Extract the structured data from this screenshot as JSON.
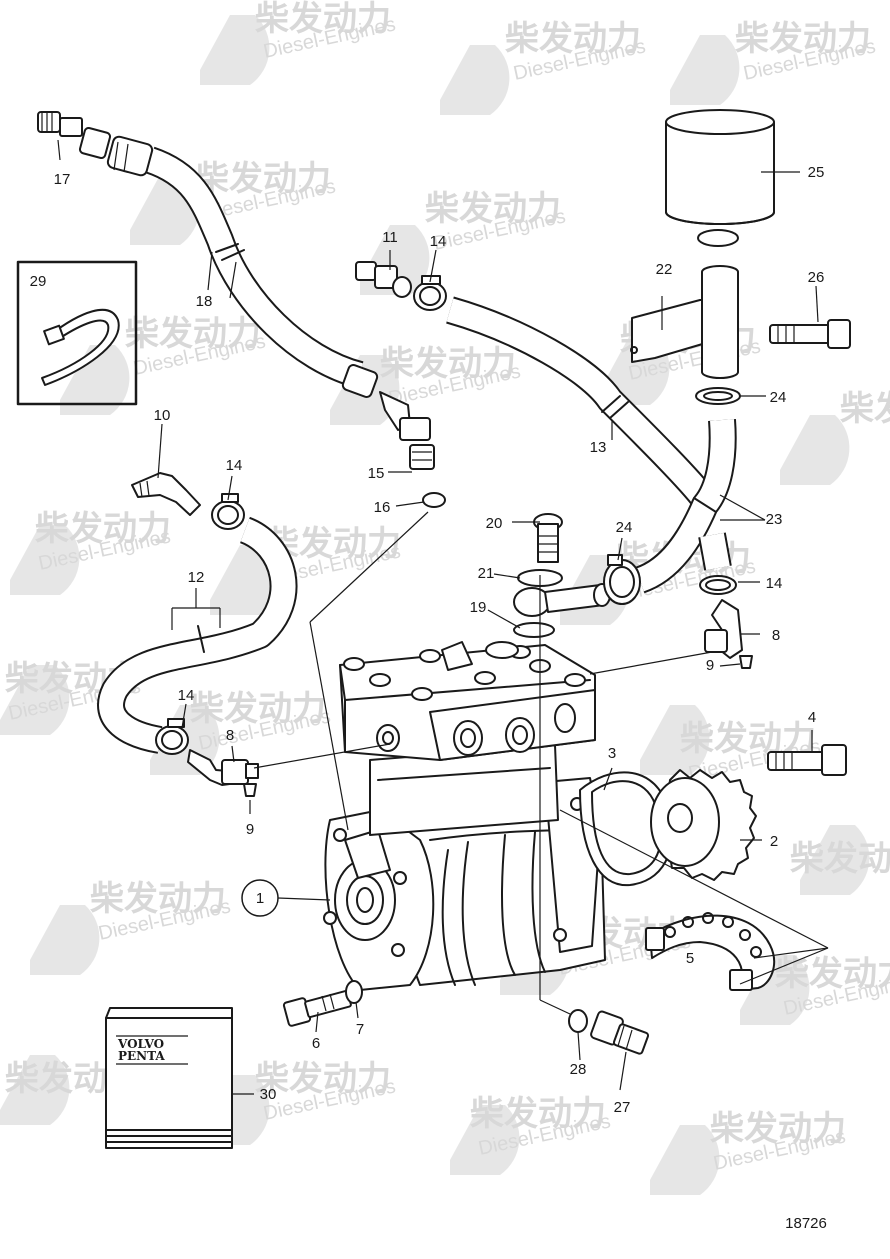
{
  "watermark": {
    "text_cn": "柴发动力",
    "text_en": "Diesel-Engines"
  },
  "brand": {
    "line1": "VOLVO",
    "line2": "PENTA"
  },
  "drawing_number": "18726",
  "callouts": {
    "c1": "1",
    "c2": "2",
    "c3": "3",
    "c4": "4",
    "c5": "5",
    "c6": "6",
    "c7": "7",
    "c8a": "8",
    "c8b": "8",
    "c9a": "9",
    "c9b": "9",
    "c10": "10",
    "c11": "11",
    "c12": "12",
    "c13": "13",
    "c14a": "14",
    "c14b": "14",
    "c14c": "14",
    "c14d": "14",
    "c15": "15",
    "c16": "16",
    "c17": "17",
    "c18": "18",
    "c19": "19",
    "c20": "20",
    "c21": "21",
    "c22": "22",
    "c23": "23",
    "c24a": "24",
    "c24b": "24",
    "c25": "25",
    "c26": "26",
    "c27": "27",
    "c28": "28",
    "c29": "29",
    "c30": "30"
  }
}
